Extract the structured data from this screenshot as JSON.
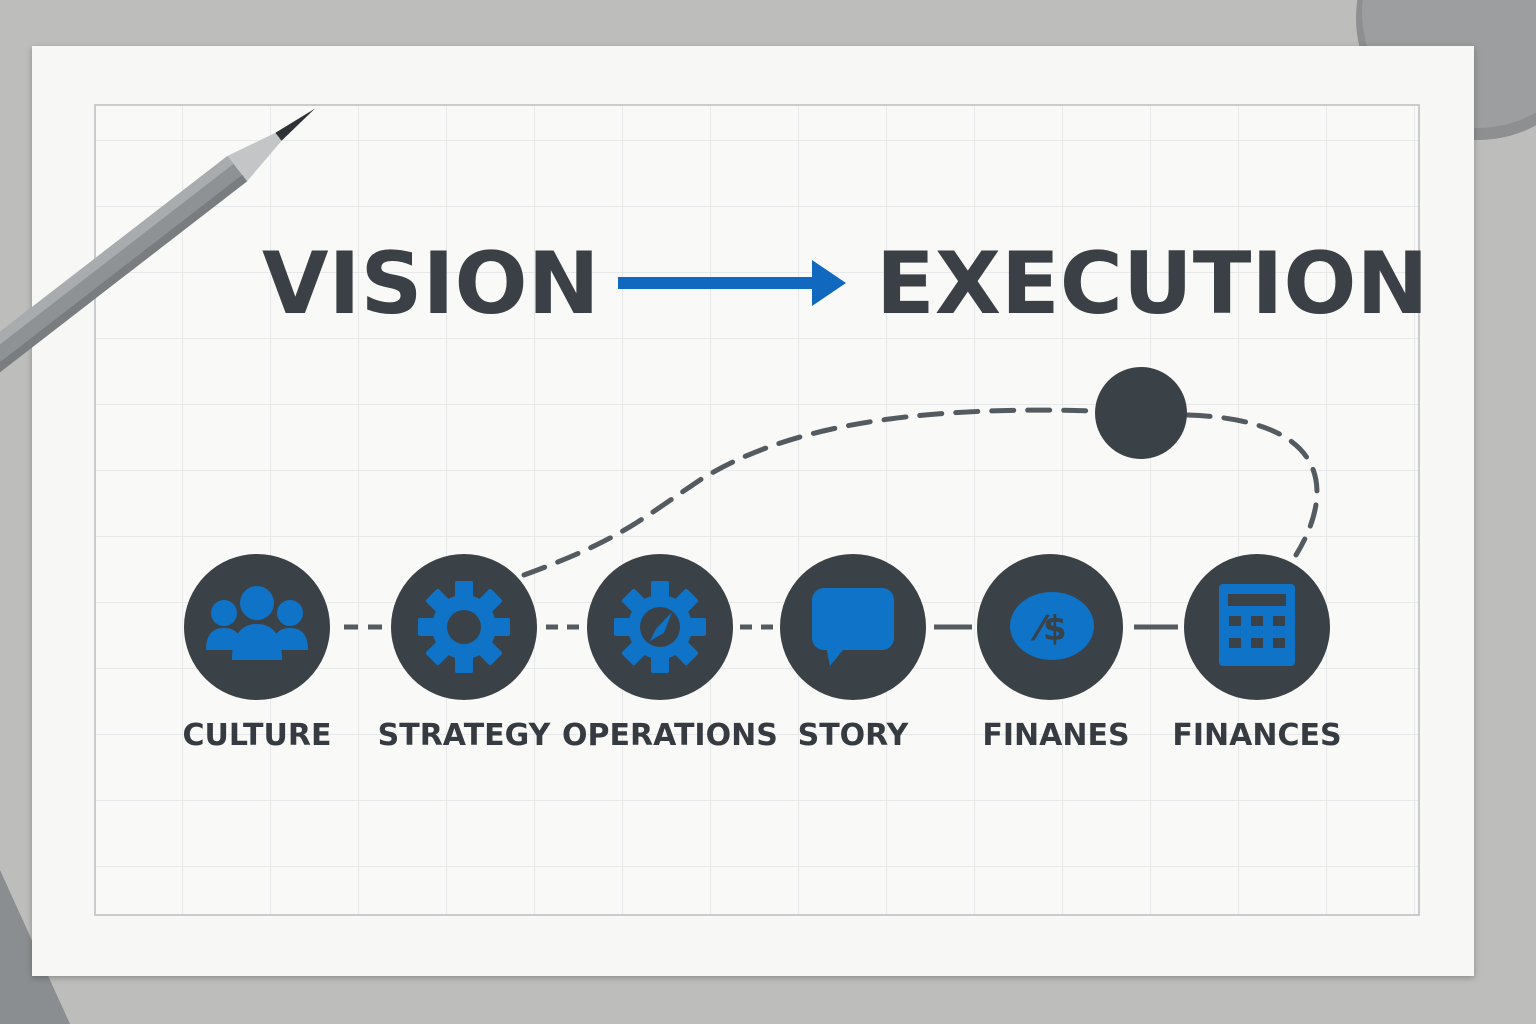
{
  "heading": {
    "from": "VISION",
    "to": "EXECUTION"
  },
  "nodes": [
    {
      "id": "culture",
      "label": "CULTURE",
      "icon": "people-icon"
    },
    {
      "id": "strategy",
      "label": "STRATEGY",
      "icon": "gear-icon"
    },
    {
      "id": "operations",
      "label": "OPERATIONS",
      "icon": "gear-compass-icon"
    },
    {
      "id": "story",
      "label": "STORY",
      "icon": "speech-bubble-icon"
    },
    {
      "id": "finanes",
      "label": "FINANES",
      "icon": "currency-icon"
    },
    {
      "id": "finances",
      "label": "FINANCES",
      "icon": "calculator-icon"
    }
  ],
  "colors": {
    "node_fill": "#3b4247",
    "icon_blue": "#0f73c8",
    "text_dark": "#3a4045",
    "connector": "#545b60"
  }
}
